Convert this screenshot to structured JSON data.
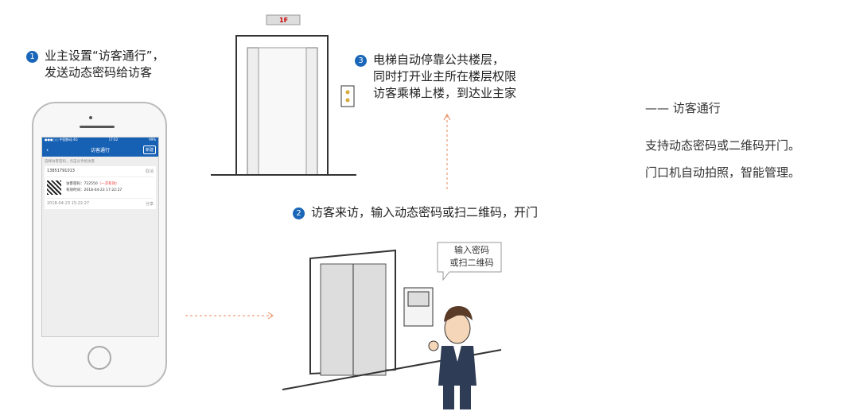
{
  "step1": {
    "num": "1",
    "lines": [
      "业主设置“访客通行”，",
      "发送动态密码给访客"
    ]
  },
  "step2": {
    "num": "2",
    "text": "访客来访，输入动态密码或扫二维码，开门"
  },
  "step3": {
    "num": "3",
    "lines": [
      "电梯自动停靠公共楼层，",
      "同时打开业主所在楼层权限",
      "访客乘梯上楼，到达业主家"
    ]
  },
  "floor_label": "1F",
  "bubble": [
    "输入密码",
    "或扫二维码"
  ],
  "side": {
    "title": "—— 访客通行",
    "lines": [
      "支持动态密码或二维码开门。",
      "门口机自动拍照，智能管理。"
    ]
  },
  "phone": {
    "status": {
      "carrier": "●●●○○ 中国移动 4G",
      "time": "17:02",
      "battery": "99%"
    },
    "title": "访客通行",
    "new_button": "新建",
    "hint": "选择访客密码，点击分享给访客",
    "card": {
      "phone": "13851791013",
      "cancel": "取消",
      "pwd_label": "访客密码：722550",
      "pwd_note": "（一次有效）",
      "valid": "有效时间：2018-04-23 17:22:27",
      "created": "2018-04-23 15:22:27",
      "share": "分享"
    }
  }
}
